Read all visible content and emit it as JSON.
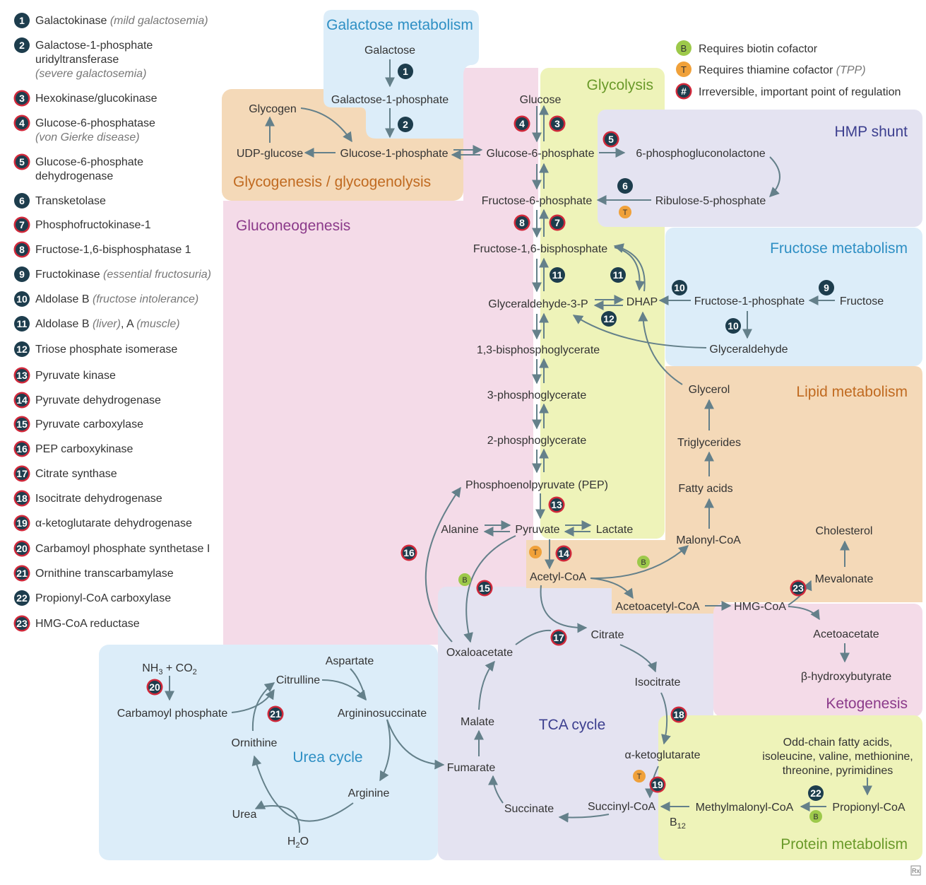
{
  "colors": {
    "arrow": "#64808a",
    "enzyme_dark": "#1d3d4d",
    "irreversible_ring": "#d0283a",
    "biotin": "#9dc94a",
    "thiamine": "#f0a13a",
    "galactose_bg": "#dcedf9",
    "glycogenesis_bg": "#f4d9b8",
    "glycolysis_bg": "#eef3b9",
    "gluconeo_bg": "#f4dbe8",
    "hmp_bg": "#e4e3f1",
    "fructose_bg": "#dcedf9",
    "lipid_bg": "#f4d9b8",
    "tca_bg": "#e4e3f1",
    "urea_bg": "#dcedf9",
    "ketogenesis_bg": "#f4dbe8",
    "protein_bg": "#eef3b9"
  },
  "enzyme_legend": [
    {
      "num": "1",
      "name": "Galactokinase",
      "note": "(mild galactosemia)",
      "irreversible": false
    },
    {
      "num": "2",
      "name": "Galactose-1-phosphate",
      "name2": "uridyltransferase",
      "note": "(severe galactosemia)",
      "irreversible": false
    },
    {
      "num": "3",
      "name": "Hexokinase/glucokinase",
      "note": "",
      "irreversible": true
    },
    {
      "num": "4",
      "name": "Glucose-6-phosphatase",
      "note": "(von Gierke disease)",
      "irreversible": true
    },
    {
      "num": "5",
      "name": "Glucose-6-phosphate",
      "name2": "dehydrogenase",
      "note": "",
      "irreversible": true
    },
    {
      "num": "6",
      "name": "Transketolase",
      "note": "",
      "irreversible": false
    },
    {
      "num": "7",
      "name": "Phosphofructokinase-1",
      "note": "",
      "irreversible": true
    },
    {
      "num": "8",
      "name": "Fructose-1,6-bisphosphatase 1",
      "note": "",
      "irreversible": true
    },
    {
      "num": "9",
      "name": "Fructokinase",
      "note": "(essential fructosuria)",
      "irreversible": false
    },
    {
      "num": "10",
      "name": "Aldolase B",
      "note": "(fructose intolerance)",
      "irreversible": false
    },
    {
      "num": "11",
      "name": "Aldolase B",
      "note": "(liver)",
      "tail_plain": ", A",
      "tail_note": "(muscle)",
      "irreversible": false
    },
    {
      "num": "12",
      "name": "Triose phosphate isomerase",
      "note": "",
      "irreversible": false
    },
    {
      "num": "13",
      "name": "Pyruvate kinase",
      "note": "",
      "irreversible": true
    },
    {
      "num": "14",
      "name": "Pyruvate dehydrogenase",
      "note": "",
      "irreversible": true
    },
    {
      "num": "15",
      "name": "Pyruvate carboxylase",
      "note": "",
      "irreversible": true
    },
    {
      "num": "16",
      "name": "PEP carboxykinase",
      "note": "",
      "irreversible": true
    },
    {
      "num": "17",
      "name": "Citrate synthase",
      "note": "",
      "irreversible": true
    },
    {
      "num": "18",
      "name": "Isocitrate dehydrogenase",
      "note": "",
      "irreversible": true
    },
    {
      "num": "19",
      "name": "α-ketoglutarate dehydrogenase",
      "note": "",
      "irreversible": true
    },
    {
      "num": "20",
      "name": "Carbamoyl phosphate synthetase I",
      "note": "",
      "irreversible": true
    },
    {
      "num": "21",
      "name": "Ornithine transcarbamylase",
      "note": "",
      "irreversible": true
    },
    {
      "num": "22",
      "name": "Propionyl-CoA carboxylase",
      "note": "",
      "irreversible": false
    },
    {
      "num": "23",
      "name": "HMG-CoA reductase",
      "note": "",
      "irreversible": true
    }
  ],
  "key": {
    "biotin_symbol": "B",
    "biotin_label": "Requires biotin cofactor",
    "thiamine_symbol": "T",
    "thiamine_label": "Requires thiamine cofactor",
    "thiamine_note": "(TPP)",
    "irreversible_symbol": "#",
    "irreversible_label": "Irreversible, important point of regulation"
  },
  "regions": {
    "galactose": "Galactose metabolism",
    "glycogenesis": "Glycogenesis / glycogenolysis",
    "glycolysis": "Glycolysis",
    "hmp": "HMP shunt",
    "gluconeogenesis": "Gluconeogenesis",
    "fructose": "Fructose metabolism",
    "lipid": "Lipid metabolism",
    "tca": "TCA cycle",
    "urea": "Urea cycle",
    "ketogenesis": "Ketogenesis",
    "protein": "Protein metabolism"
  },
  "metabolites": {
    "galactose": "Galactose",
    "gal1p": "Galactose-1-phosphate",
    "glycogen": "Glycogen",
    "udpglc": "UDP-glucose",
    "glc1p": "Glucose-1-phosphate",
    "glucose": "Glucose",
    "g6p": "Glucose-6-phosphate",
    "pgl": "6-phosphogluconolactone",
    "ru5p": "Ribulose-5-phosphate",
    "f6p": "Fructose-6-phosphate",
    "f16bp": "Fructose-1,6-bisphosphate",
    "g3p": "Glyceraldehyde-3-P",
    "dhap": "DHAP",
    "f1p": "Fructose-1-phosphate",
    "fructose": "Fructose",
    "glyceraldehyde": "Glyceraldehyde",
    "bpg13": "1,3-bisphosphoglycerate",
    "pg3": "3-phosphoglycerate",
    "pg2": "2-phosphoglycerate",
    "pep": "Phosphoenolpyruvate (PEP)",
    "alanine": "Alanine",
    "pyruvate": "Pyruvate",
    "lactate": "Lactate",
    "acetylcoa": "Acetyl-CoA",
    "glycerol": "Glycerol",
    "triglycerides": "Triglycerides",
    "fattyacids": "Fatty acids",
    "malonylcoa": "Malonyl-CoA",
    "cholesterol": "Cholesterol",
    "mevalonate": "Mevalonate",
    "acetoacetylcoa": "Acetoacetyl-CoA",
    "hmgcoa": "HMG-CoA",
    "acetoacetate": "Acetoacetate",
    "bhb": "β-hydroxybutyrate",
    "oxaloacetate": "Oxaloacetate",
    "citrate": "Citrate",
    "isocitrate": "Isocitrate",
    "akg": "α-ketoglutarate",
    "succinylcoa": "Succinyl-CoA",
    "succinate": "Succinate",
    "fumarate": "Fumarate",
    "malate": "Malate",
    "nh3": "NH",
    "nh3_sub": "3",
    "co2": " + CO",
    "co2_sub": "2",
    "carbamoylp": "Carbamoyl phosphate",
    "citrulline": "Citrulline",
    "aspartate": "Aspartate",
    "argsucc": "Argininosuccinate",
    "arginine": "Arginine",
    "ornithine": "Ornithine",
    "urea": "Urea",
    "h2o": "H",
    "h2o_sub": "2",
    "h2o_o": "O",
    "oddchain1": "Odd-chain fatty acids,",
    "oddchain2": "isoleucine, valine, methionine,",
    "oddchain3": "threonine, pyrimidines",
    "propionylcoa": "Propionyl-CoA",
    "methylmalonylcoa": "Methylmalonyl-CoA",
    "b12": "B",
    "b12_sub": "12"
  },
  "watermark": "Rx"
}
